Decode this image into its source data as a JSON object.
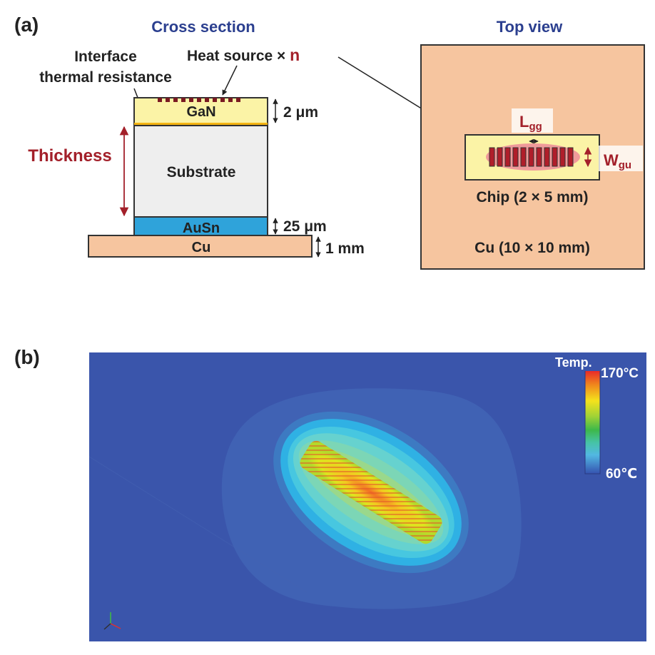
{
  "panel_a": {
    "label": "(a)",
    "cross_section": {
      "title": "Cross section",
      "interface_line1": "Interface",
      "interface_line2": "thermal resistance",
      "heat_source": "Heat source ×",
      "heat_source_n": "n",
      "layer_gan": "GaN",
      "layer_substrate": "Substrate",
      "layer_ausn": "AuSn",
      "layer_cu": "Cu",
      "dim_gan": "2 μm",
      "dim_ausn": "25 μm",
      "dim_cu": "1 mm",
      "thickness": "Thickness"
    },
    "top_view": {
      "title": "Top view",
      "lgg_main": "L",
      "lgg_sub": "gg",
      "wgu_main": "W",
      "wgu_sub": "gu",
      "chip": "Chip (2 × 5 mm)",
      "cu": "Cu (10 × 10 mm)"
    }
  },
  "panel_b": {
    "label": "(b)",
    "legend_title": "Temp.",
    "legend_max": "170°C",
    "legend_min": "60℃"
  },
  "colors": {
    "title_blue": "#2b3f8f",
    "accent_red": "#a3202a",
    "gan": "#fbf3a6",
    "substrate": "#eeeeee",
    "ausn": "#2fa3da",
    "cu": "#f6c59f",
    "map_background": "#3a55ab"
  }
}
